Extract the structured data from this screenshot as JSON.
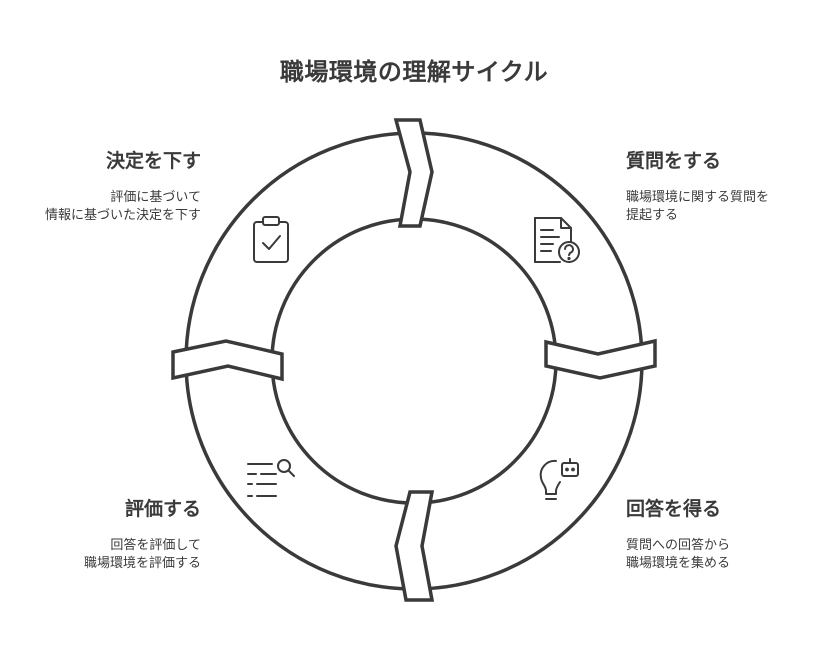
{
  "title": "職場環境の理解サイクル",
  "stages": {
    "decide": {
      "heading": "決定を下す",
      "desc": [
        "評価に基づいて",
        "情報に基づいた決定を下す"
      ],
      "icon": "clipboard-check-icon"
    },
    "ask": {
      "heading": "質問をする",
      "desc": [
        "職場環境に関する質問を",
        "提起する"
      ],
      "icon": "document-question-icon"
    },
    "evaluate": {
      "heading": "評価する",
      "desc": [
        "回答を評価して",
        "職場環境を評価する"
      ],
      "icon": "list-search-icon"
    },
    "answer": {
      "heading": "回答を得る",
      "desc": [
        "質問への回答から",
        "職場環境を集める"
      ],
      "icon": "lightbulb-bot-icon"
    }
  },
  "colors": {
    "stroke": "#3a3a3a",
    "ring_fill": "#ffffff",
    "text": "#3a3a3a"
  }
}
